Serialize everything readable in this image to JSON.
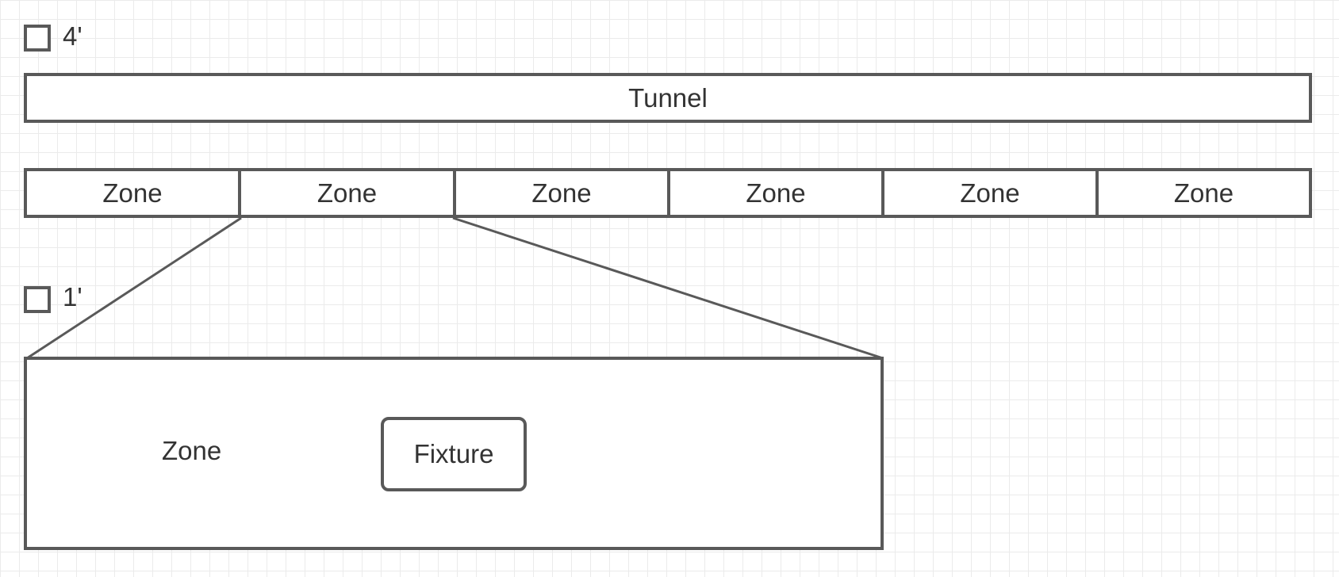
{
  "legend": [
    {
      "label": "4'"
    },
    {
      "label": "1'"
    }
  ],
  "tunnel": {
    "label": "Tunnel"
  },
  "zones": [
    {
      "label": "Zone"
    },
    {
      "label": "Zone"
    },
    {
      "label": "Zone"
    },
    {
      "label": "Zone"
    },
    {
      "label": "Zone"
    },
    {
      "label": "Zone"
    }
  ],
  "detail": {
    "zone_label": "Zone",
    "fixture_label": "Fixture"
  },
  "colors": {
    "stroke": "#595959",
    "text": "#333333",
    "grid": "#ebebeb"
  }
}
